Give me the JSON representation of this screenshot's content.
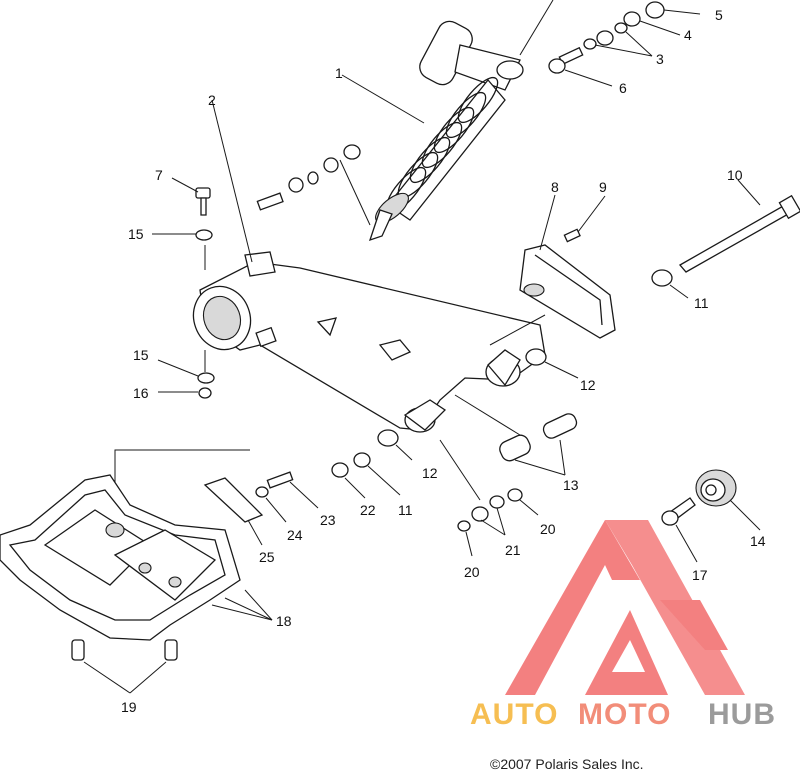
{
  "callouts": [
    "1",
    "2",
    "3",
    "4",
    "5",
    "6",
    "7",
    "8",
    "9",
    "10",
    "11",
    "12",
    "13",
    "14",
    "15",
    "16",
    "17",
    "18",
    "19",
    "20",
    "21",
    "22",
    "23",
    "24",
    "25"
  ],
  "callouts_repeat": {
    "label_3b": "3",
    "label_11b": "11",
    "label_12b": "12",
    "label_13b": "13",
    "label_15b": "15",
    "label_18b": "18",
    "label_19b": "19",
    "label_20b": "20",
    "label_21b": "21"
  },
  "copyright": "©2007 Polaris Sales Inc.",
  "watermark": {
    "auto": "AUTO",
    "moto": "MOTO",
    "hub": "HUB",
    "colors": {
      "auto": "#f5b335",
      "moto": "#f07a62",
      "hub": "#8a8a8a",
      "logo": "#f26b6b"
    }
  }
}
